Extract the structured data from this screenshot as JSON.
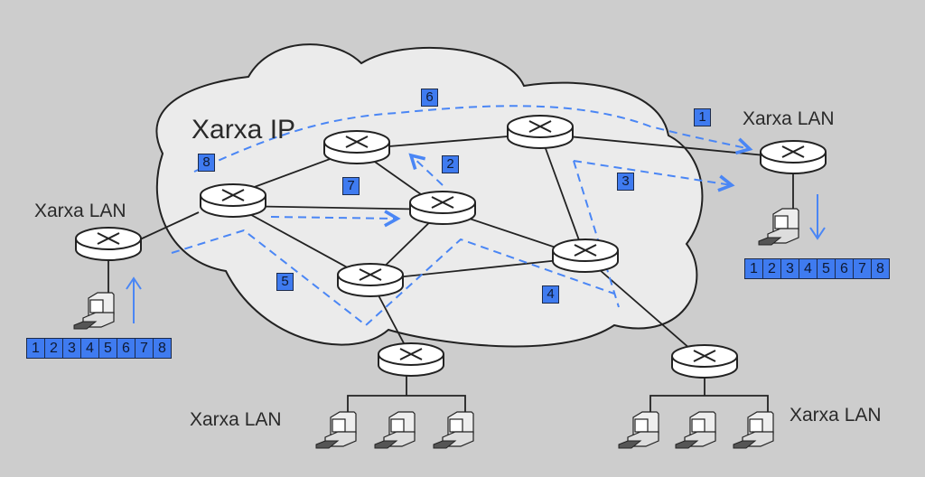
{
  "diagram": {
    "cloud_label": "Xarxa IP",
    "lan_labels": [
      "Xarxa LAN",
      "Xarxa LAN",
      "Xarxa LAN",
      "Xarxa LAN"
    ],
    "source_packets": [
      "1",
      "2",
      "3",
      "4",
      "5",
      "6",
      "7",
      "8"
    ],
    "destination_packets": [
      "1",
      "2",
      "3",
      "4",
      "5",
      "6",
      "7",
      "8"
    ],
    "path_badges": [
      "1",
      "2",
      "3",
      "4",
      "5",
      "6",
      "7",
      "8"
    ],
    "colors": {
      "background": "#cdcdcd",
      "cloud": "#ebebeb",
      "path": "#4a86f5",
      "badge": "#3f7bf0"
    }
  }
}
